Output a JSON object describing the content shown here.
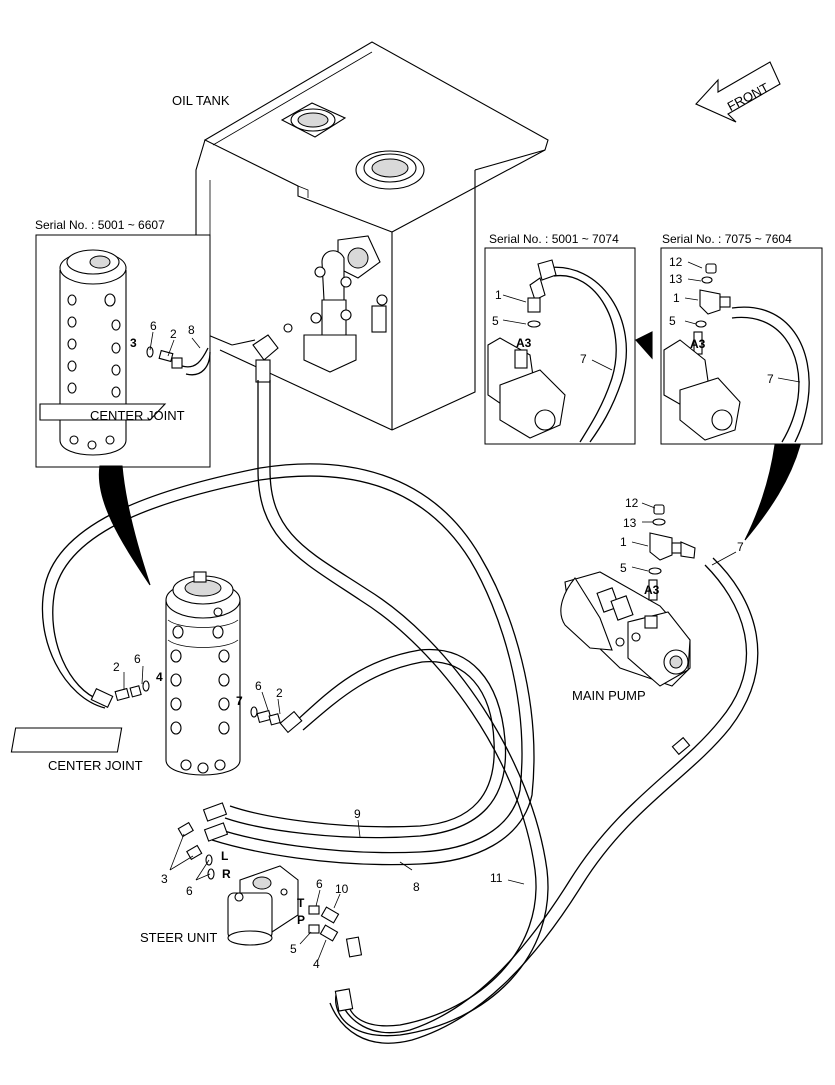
{
  "labels": {
    "oil_tank": "OIL TANK",
    "front": "FRONT",
    "main_pump": "MAIN PUMP",
    "center_joint_main": "CENTER JOINT",
    "center_joint_inset": "CENTER JOINT",
    "steer_unit": "STEER UNIT"
  },
  "insets": {
    "inset1_serial": "Serial No. : 5001 ~ 6607",
    "inset2_serial": "Serial No. : 5001 ~ 7074",
    "inset3_serial": "Serial No. : 7075 ~ 7604"
  },
  "callouts": {
    "i1_3": "3",
    "i1_6": "6",
    "i1_2": "2",
    "i1_8": "8",
    "i2_1": "1",
    "i2_5": "5",
    "i2_a3": "A3",
    "i2_7": "7",
    "i3_12": "12",
    "i3_13": "13",
    "i3_1": "1",
    "i3_5": "5",
    "i3_a3": "A3",
    "i3_7": "7",
    "mp_12": "12",
    "mp_13": "13",
    "mp_1": "1",
    "mp_5": "5",
    "mp_a3": "A3",
    "mp_7": "7",
    "cj_2a": "2",
    "cj_6a": "6",
    "cj_4": "4",
    "cj_7": "7",
    "cj_6b": "6",
    "cj_2b": "2",
    "h_9": "9",
    "h_8": "8",
    "h_11": "11",
    "su_3": "3",
    "su_6a": "6",
    "su_l": "L",
    "su_r": "R",
    "su_6b": "6",
    "su_10": "10",
    "su_t": "T",
    "su_p": "P",
    "su_5": "5",
    "su_4": "4"
  }
}
